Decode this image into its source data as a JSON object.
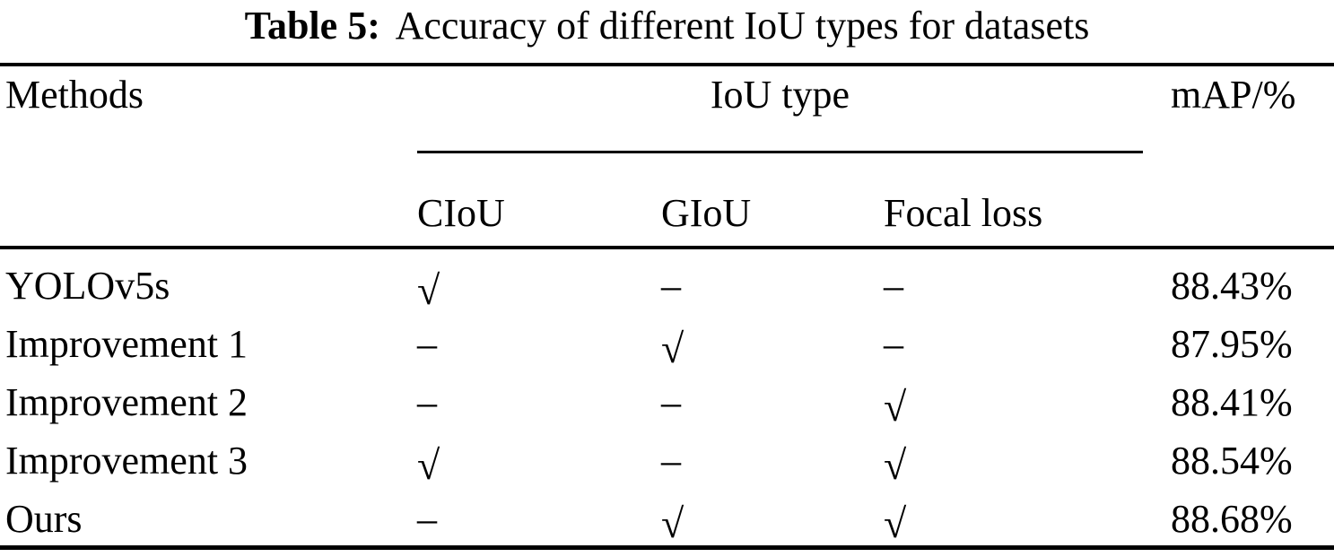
{
  "title": {
    "label": "Table 5:",
    "text": "Accuracy of different IoU types for datasets"
  },
  "table": {
    "header": {
      "methods": "Methods",
      "iou_type_group": "IoU type",
      "map": "mAP/%"
    },
    "subheader": {
      "ciou": "CIoU",
      "giou": "GIoU",
      "focal": "Focal loss"
    },
    "marks": {
      "check": "√",
      "dash": "–"
    },
    "rows": [
      {
        "method": "YOLOv5s",
        "ciou": "√",
        "giou": "–",
        "focal": "–",
        "map": "88.43%"
      },
      {
        "method": "Improvement 1",
        "ciou": "–",
        "giou": "√",
        "focal": "–",
        "map": "87.95%"
      },
      {
        "method": "Improvement 2",
        "ciou": "–",
        "giou": "–",
        "focal": "√",
        "map": "88.41%"
      },
      {
        "method": "Improvement 3",
        "ciou": "√",
        "giou": "–",
        "focal": "√",
        "map": "88.54%"
      },
      {
        "method": "Ours",
        "ciou": "–",
        "giou": "√",
        "focal": "√",
        "map": "88.68%"
      }
    ]
  },
  "chart_data": {
    "type": "table",
    "title": "Table 5: Accuracy of different IoU types for datasets",
    "columns": [
      "Methods",
      "CIoU",
      "GIoU",
      "Focal loss",
      "mAP/%"
    ],
    "column_group": {
      "label": "IoU type",
      "spans": [
        "CIoU",
        "GIoU",
        "Focal loss"
      ]
    },
    "rows": [
      [
        "YOLOv5s",
        "check",
        "dash",
        "dash",
        "88.43%"
      ],
      [
        "Improvement 1",
        "dash",
        "check",
        "dash",
        "87.95%"
      ],
      [
        "Improvement 2",
        "dash",
        "dash",
        "check",
        "88.41%"
      ],
      [
        "Improvement 3",
        "check",
        "dash",
        "check",
        "88.54%"
      ],
      [
        "Ours",
        "dash",
        "check",
        "check",
        "88.68%"
      ]
    ]
  },
  "colors": {
    "text": "#000000",
    "background": "#ffffff",
    "rule": "#000000"
  }
}
